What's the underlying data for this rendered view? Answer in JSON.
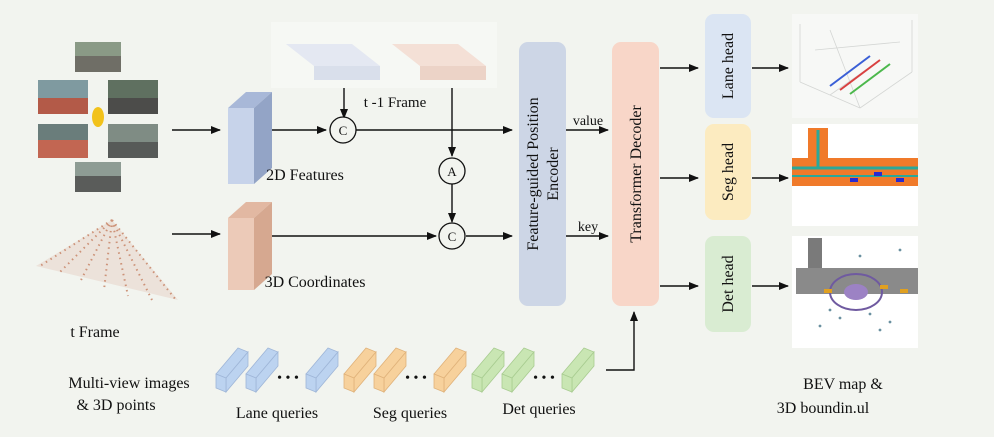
{
  "labels": {
    "t_frame": "t  Frame",
    "t1_frame": "t -1 Frame",
    "features_2d": "2D Features",
    "coords_3d": "3D Coordinates",
    "fpe": [
      "Feature-guided Position",
      "Encoder"
    ],
    "decoder": "Transformer  Decoder",
    "value": "value",
    "key": "key",
    "op_concat": "C",
    "op_align": "A",
    "lane_head": "Lane head",
    "seg_head": "Seg head",
    "det_head": "Det head",
    "multi_view": [
      "Multi-view images",
      "& 3D points"
    ],
    "lane_queries": "Lane queries",
    "seg_queries": "Seg queries",
    "det_queries": "Det queries",
    "ellipsis": "• • •",
    "output": [
      "BEV map &",
      "3D boundin.ul"
    ]
  },
  "colors": {
    "background": "#f2f4ef",
    "features_2d": "#c7d3ea",
    "coords_3d": "#eccab8",
    "fpe_block": "#cdd6e6",
    "decoder_block": "#f8d6c8",
    "lane_head": "#dbe5f3",
    "seg_head": "#fcebc0",
    "det_head": "#d9ecd2",
    "lane_query": "#bcd3f0",
    "seg_query": "#f7d19c",
    "det_query": "#c9e6b3",
    "lane_lines": [
      "#3a5fd6",
      "#d94040",
      "#4cb84c"
    ],
    "seg_road": "#f07a2a",
    "seg_lane": "#2aa89a"
  }
}
